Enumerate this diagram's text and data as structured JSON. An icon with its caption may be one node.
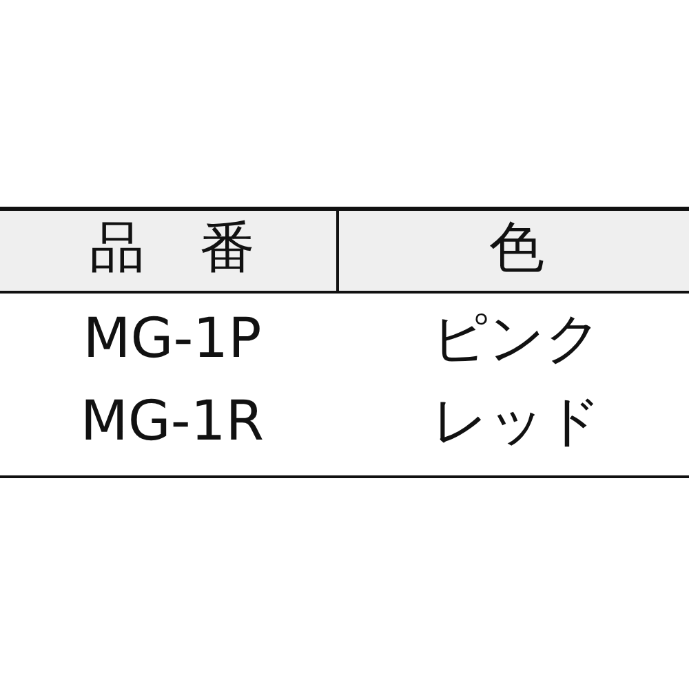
{
  "diagram": {
    "labels": [
      "品番",
      "色",
      "MG-1P",
      "ピンク",
      "MG-1R",
      "レッド"
    ]
  }
}
